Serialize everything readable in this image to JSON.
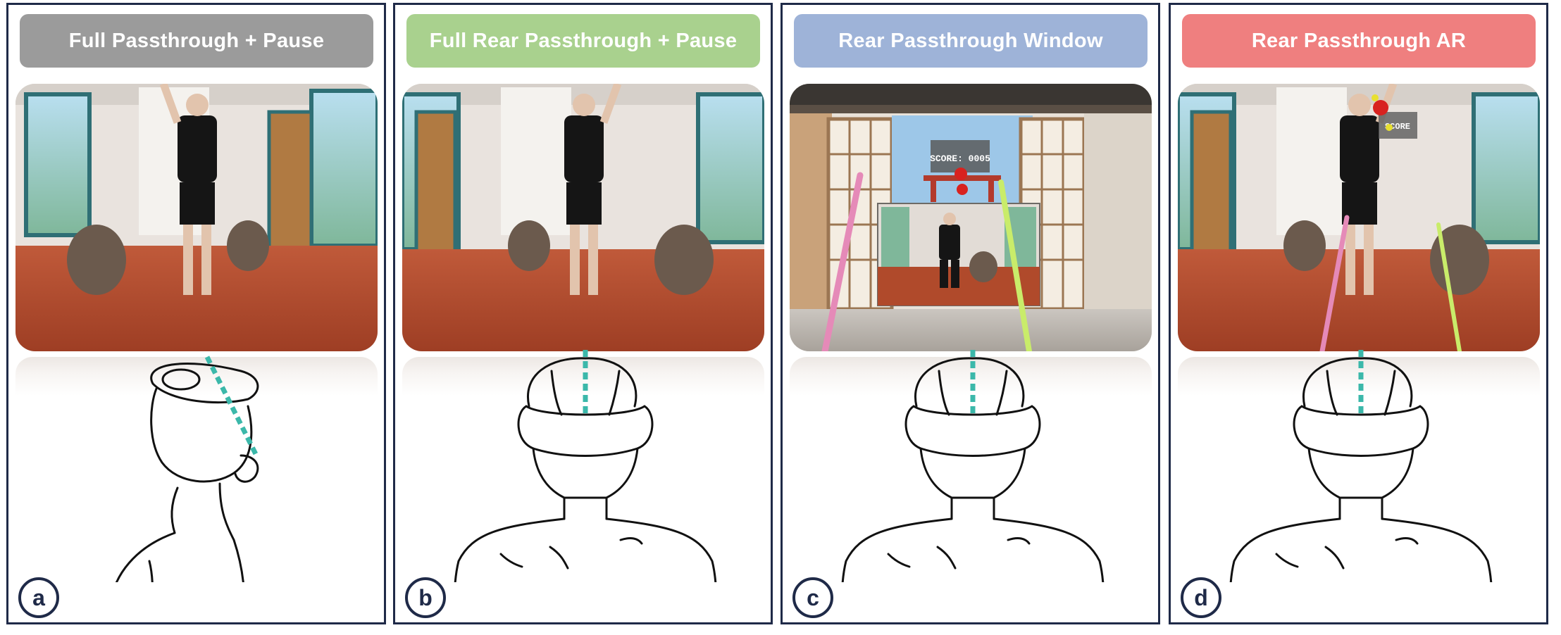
{
  "panels": [
    {
      "letter": "a",
      "title": "Full Passthrough + Pause",
      "title_color": "#9b9b9b"
    },
    {
      "letter": "b",
      "title": "Full Rear Passthrough + Pause",
      "title_color": "#a9d18e"
    },
    {
      "letter": "c",
      "title": "Rear Passthrough Window",
      "title_color": "#9eb3d8"
    },
    {
      "letter": "d",
      "title": "Rear Passthrough AR",
      "title_color": "#ef7f7f"
    }
  ],
  "vr_scene": {
    "score_label": "SCORE: 0005"
  },
  "ar_scene": {
    "score_label": "SCORE"
  },
  "colors": {
    "frame": "#1f2a48",
    "gaze_line": "#3bb8aa",
    "floor": "#b44a2c",
    "wall": "#e9e3de",
    "saber_pink": "#e58ab8",
    "saber_green": "#c9ec6a"
  }
}
